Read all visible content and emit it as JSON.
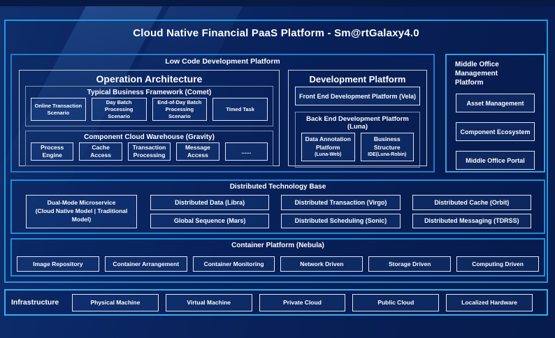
{
  "colors": {
    "outer_border": "#1e9ae0",
    "low_code_border": "#2679cc",
    "middle_office_border": "#3aa0e0",
    "base_border": "#1e8ee0",
    "infrastructure_border": "#36b0ea",
    "panel_border": "#c2cfe0",
    "group_border": "#7f90b2",
    "leaf_border": "#dce6f4",
    "background": "#092159",
    "text": "#ffffff"
  },
  "title": "Cloud Native Financial PaaS Platform - Sm@rtGalaxy4.0",
  "low_code": {
    "title": "Low Code Development Platform",
    "operation_architecture": {
      "title": "Operation Architecture",
      "typical_business_framework": {
        "title": "Typical Business Framework (Comet)",
        "items": [
          "Online Transaction Scenario",
          "Day Batch Processing Scenario",
          "End-of-Day Batch Processing Scenario",
          "Timed Task"
        ]
      },
      "component_cloud_warehouse": {
        "title": "Component Cloud Warehouse (Gravity)",
        "items": [
          "Process Engine",
          "Cache Access",
          "Transaction Processing",
          "Message Access",
          "......"
        ]
      }
    },
    "development_platform": {
      "title": "Development Platform",
      "front_end": "Front End Development Platform (Vela)",
      "back_end": {
        "title": "Back End Development Platform (Luna)",
        "items": [
          {
            "name": "Data Annotation Platform",
            "sub": "(Luna-Web)"
          },
          {
            "name": "Business Structure",
            "sub": "IDE(Luna-Robin)"
          }
        ]
      }
    }
  },
  "middle_office": {
    "title_lines": [
      "Middle Office Management",
      "Platform"
    ],
    "items": [
      "Asset Management",
      "Component Ecosystem",
      "Middle Office Portal"
    ]
  },
  "distributed_technology_base": {
    "title": "Distributed Technology Base",
    "dual_mode": {
      "name": "Dual-Mode Microservice",
      "sub": "(Cloud Native Model | Traditional Model)"
    },
    "items": [
      "Distributed Data (Libra)",
      "Distributed Transaction (Virgo)",
      "Distributed Cache (Orbit)",
      "Global Sequence (Mars)",
      "Distributed Scheduling (Sonic)",
      "Distributed Messaging (TDRSS)"
    ]
  },
  "container_platform": {
    "title": "Container Platform (Nebula)",
    "items": [
      "Image Repository",
      "Container Arrangement",
      "Container Monitoring",
      "Network Driven",
      "Storage Driven",
      "Computing Driven"
    ]
  },
  "infrastructure": {
    "label": "Infrastructure",
    "items": [
      "Physical Machine",
      "Virtual Machine",
      "Private Cloud",
      "Public Cloud",
      "Localized Hardware"
    ]
  }
}
